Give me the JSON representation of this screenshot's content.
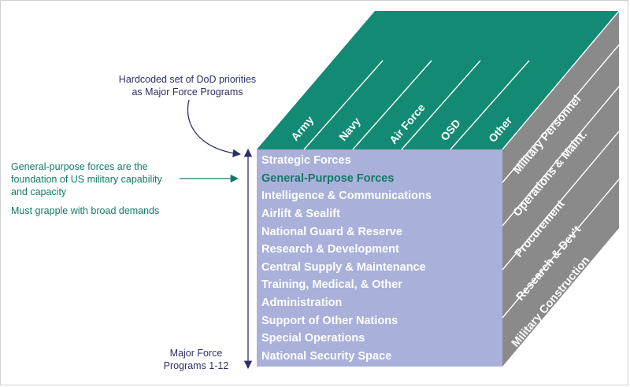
{
  "top_labels": [
    "Army",
    "Navy",
    "Air Force",
    "OSD",
    "Other"
  ],
  "side_labels": [
    "Military Personnel",
    "Operations & Maint.",
    "Procurement",
    "Research & Dev't",
    "Military Construction"
  ],
  "front_rows": [
    "Strategic Forces",
    "General-Purpose Forces",
    "Intelligence & Communications",
    "Airlift & Sealift",
    "National Guard & Reserve",
    "Research & Development",
    "Central Supply & Maintenance",
    "Training, Medical, & Other",
    "Administration",
    "Support of Other Nations",
    "Special Operations",
    "National Security Space"
  ],
  "highlighted_row": "General-Purpose Forces",
  "annotations": {
    "top": {
      "line1": "Hardcoded set of DoD priorities",
      "line2": "as Major Force Programs"
    },
    "left": {
      "line1": "General-purpose forces are the",
      "line2": "foundation of US military capability",
      "line3": "and capacity",
      "line4": "Must grapple with broad demands"
    },
    "bottom": {
      "line1": "Major Force",
      "line2": "Programs 1-12"
    }
  },
  "colors": {
    "top_face": "#138a73",
    "front_face": "#a9b0d9",
    "side_face": "#8a8a8a",
    "front_text": "#ffffff",
    "highlight_text": "#147a68",
    "annotation_navy": "#2e2f66",
    "annotation_green": "#147a68"
  }
}
